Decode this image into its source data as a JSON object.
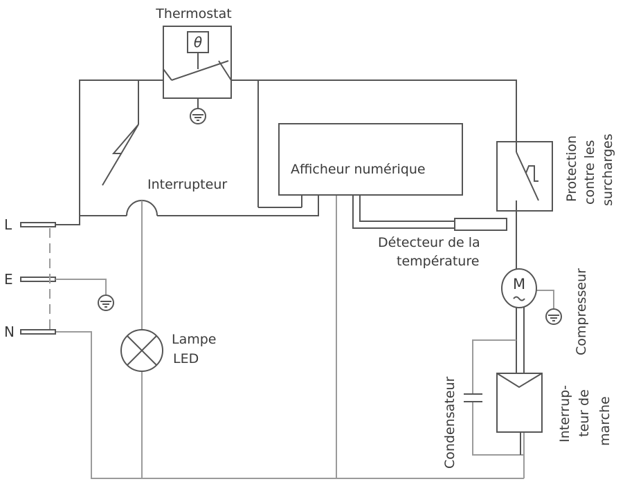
{
  "labels": {
    "thermostat": "Thermostat",
    "theta": "θ",
    "interrupteur": "Interrupteur",
    "afficheur": "Afficheur numérique",
    "detecteur_line1": "Détecteur de la",
    "detecteur_line2": "température",
    "protection_line1": "Protection",
    "protection_line2": "contre les",
    "protection_line3": "surcharges",
    "motor_m": "M",
    "compresseur": "Compresseur",
    "lampe_line1": "Lampe",
    "lampe_line2": "LED",
    "condensateur": "Condensateur",
    "interrupteur_marche_line1": "Interrup-",
    "interrupteur_marche_line2": "teur de",
    "interrupteur_marche_line3": "marche",
    "terminal_l": "L",
    "terminal_e": "E",
    "terminal_n": "N"
  }
}
